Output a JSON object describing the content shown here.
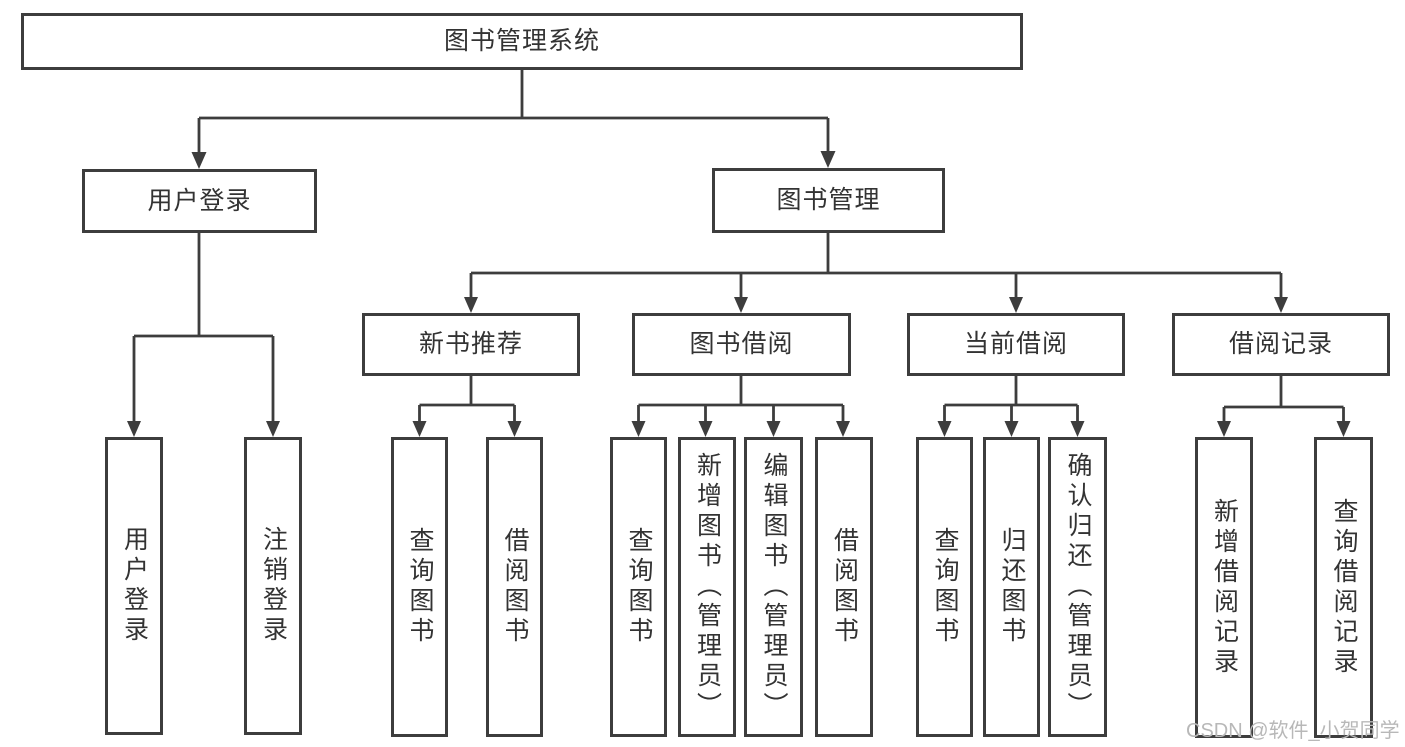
{
  "watermark": "CSDN @软件_小贺同学",
  "colors": {
    "line": "#3d3d3d",
    "text": "#333333",
    "background": "#ffffff",
    "watermark": "#b8b8b8"
  },
  "diagram": {
    "root": {
      "label": "图书管理系统",
      "children": [
        {
          "label": "用户登录",
          "children": [
            {
              "label": "用户登录"
            },
            {
              "label": "注销登录"
            }
          ]
        },
        {
          "label": "图书管理",
          "children": [
            {
              "label": "新书推荐",
              "children": [
                {
                  "label": "查询图书"
                },
                {
                  "label": "借阅图书"
                }
              ]
            },
            {
              "label": "图书借阅",
              "children": [
                {
                  "label": "查询图书"
                },
                {
                  "label": "新增图书（管理员）"
                },
                {
                  "label": "编辑图书（管理员）"
                },
                {
                  "label": "借阅图书"
                }
              ]
            },
            {
              "label": "当前借阅",
              "children": [
                {
                  "label": "查询图书"
                },
                {
                  "label": "归还图书"
                },
                {
                  "label": "确认归还（管理员）"
                }
              ]
            },
            {
              "label": "借阅记录",
              "children": [
                {
                  "label": "新增借阅记录"
                },
                {
                  "label": "查询借阅记录"
                }
              ]
            }
          ]
        }
      ]
    }
  }
}
